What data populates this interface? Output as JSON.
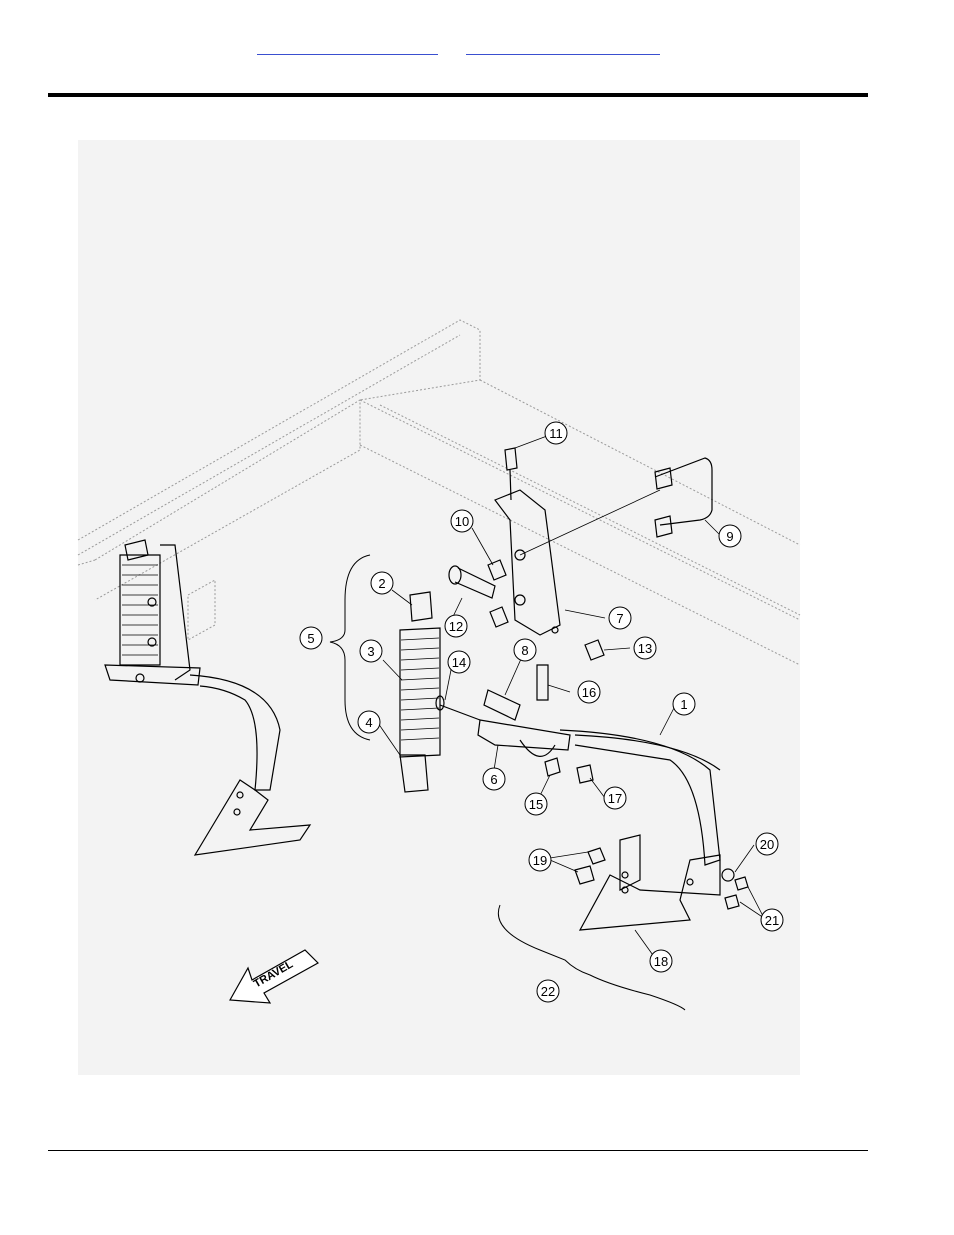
{
  "header": {
    "links": [
      "",
      ""
    ]
  },
  "diagram": {
    "callouts": [
      "1",
      "2",
      "3",
      "4",
      "5",
      "6",
      "7",
      "8",
      "9",
      "10",
      "11",
      "12",
      "13",
      "14",
      "15",
      "16",
      "17",
      "18",
      "19",
      "20",
      "21",
      "22"
    ],
    "travel_label": "TRAVEL"
  },
  "colors": {
    "line": "#000000",
    "hidden_line": "#9a9a9a",
    "drawing_bg": "#f3f3f3",
    "link": "#3a4fd0"
  }
}
